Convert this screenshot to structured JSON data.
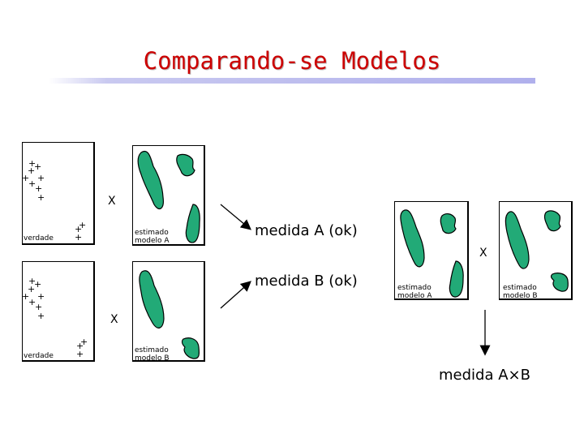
{
  "title": "Comparando-se Modelos",
  "labels": {
    "truth": "verdade",
    "estimated_a": "estimado modelo A",
    "estimated_b": "estimado modelo B",
    "times": "X",
    "measure_a": "medida A (ok)",
    "measure_b": "medida B (ok)",
    "measure_ab": "medida A×B"
  },
  "colors": {
    "title": "#cc0000",
    "shape_fill": "#22aa77",
    "outline": "#000000"
  }
}
